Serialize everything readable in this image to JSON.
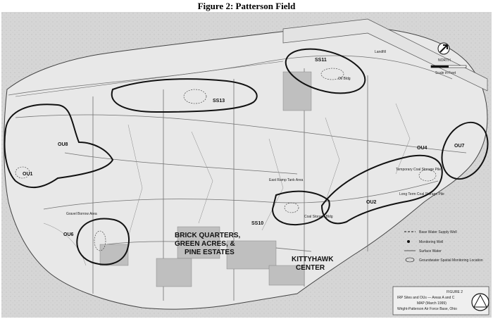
{
  "title": "Figure 2: Patterson Field",
  "sites": [
    "SS11",
    "SS13",
    "OU8",
    "SS10",
    "OU7",
    "OU2",
    "OU6",
    "OU4",
    "OU1"
  ],
  "area_labels": {
    "brick_quarters": "BRICK QUARTERS,",
    "green_acres": "GREEN ACRES, &",
    "pine_estates": "PINE ESTATES",
    "kittyhawk": "KITTYHAWK",
    "center": "CENTER"
  },
  "small_labels": {
    "oil_bldg": "Oil Bldg",
    "coal_storage": "Coal Storage Bldg",
    "temp_coal": "Temporary Coal Storage Pile",
    "long_term_coal": "Long Term Coal Storage Pile",
    "east_ramp": "East Ramp Tank Area",
    "gravel": "Gravel Borrow Area",
    "landfill": "Landfill"
  },
  "scale_label": "Scale in Feet",
  "north_label": "NORTH",
  "legend_items": [
    "Base Water Supply Well",
    "Monitoring Well",
    "Surface Water",
    "Groundwater Spatial Monitoring Location"
  ],
  "title_block": {
    "line1": "FIGURE 2",
    "line2": "IRP Sites and OUs — Areas A and C",
    "line3": "MAP (March 1999)",
    "line4": "Wright-Patterson Air Force Base, Ohio"
  },
  "colors": {
    "background": "#d9d9d9",
    "ink": "#111111",
    "road": "#6f6f6f"
  }
}
